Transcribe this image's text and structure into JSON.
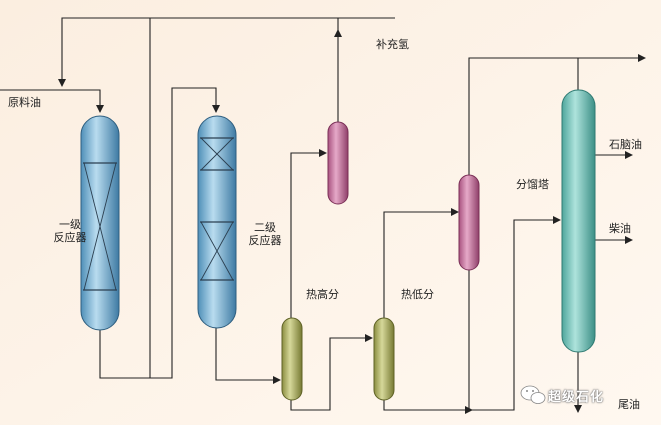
{
  "labels": {
    "feed_oil": "原料油",
    "make_up_hydrogen": "补充氢",
    "reactor1_a": "一级",
    "reactor1_b": "反应器",
    "reactor2_a": "二级",
    "reactor2_b": "反应器",
    "hot_hp_separator": "热高分",
    "hot_lp_separator": "热低分",
    "fractionator": "分馏塔",
    "naphtha": "石脑油",
    "diesel": "柴油",
    "bottom_product": "尾油",
    "watermark": "超级石化"
  },
  "colors": {
    "reactor": "#7fb3d5",
    "hydrogen_vessel": "#c98bb0",
    "separator": "#b5b86a",
    "fractionator": "#7ec9c0",
    "line": "#222222"
  }
}
